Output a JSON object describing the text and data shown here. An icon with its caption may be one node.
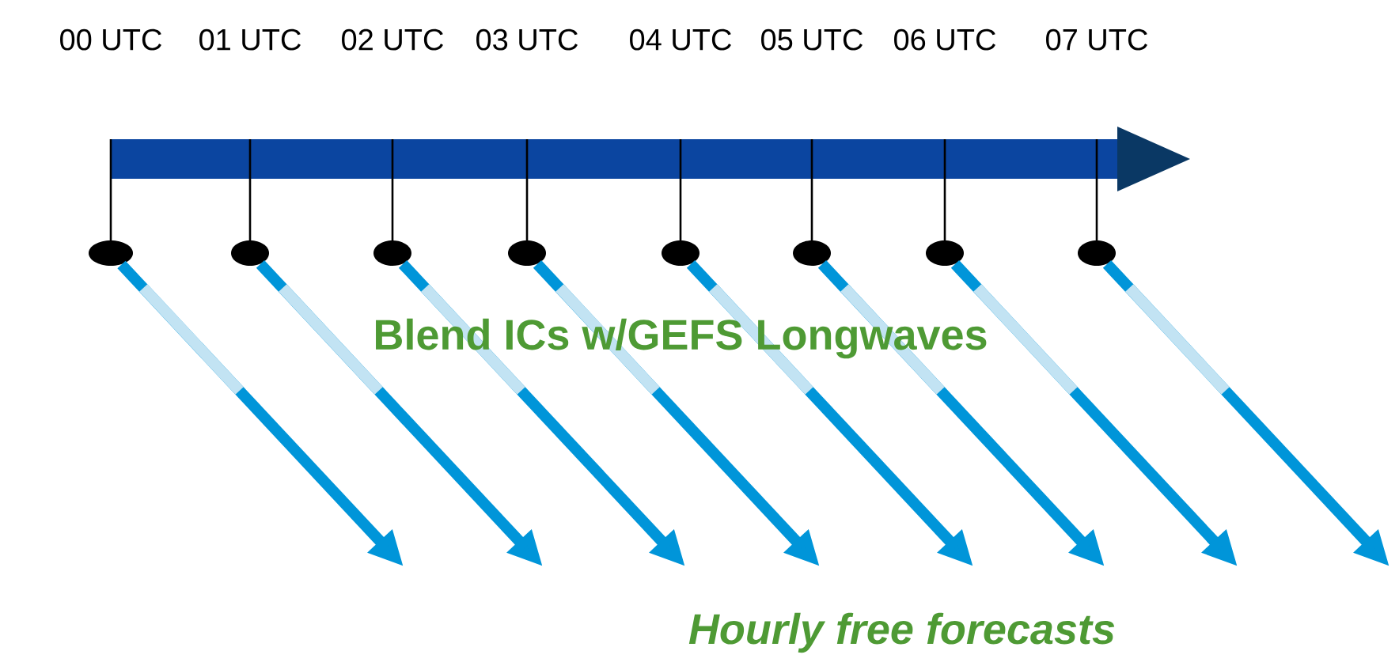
{
  "diagram": {
    "nodes": [
      {
        "text": [],
        "shape": "circle"
      },
      {
        "text": [],
        "shape": "circle"
      },
      {
        "text": [],
        "shape": "circle"
      },
      {
        "text": [],
        "shape": "circle"
      },
      {
        "text": [],
        "shape": "circle"
      },
      {
        "text": [],
        "shape": "circle"
      },
      {
        "text": [],
        "shape": "circle"
      },
      {
        "text": [],
        "shape": "circle"
      }
    ],
    "edges": [
      {
        "from": 0,
        "to": null,
        "arrow": "to"
      },
      {
        "from": 1,
        "to": null,
        "arrow": "to"
      },
      {
        "from": 2,
        "to": null,
        "arrow": "to"
      },
      {
        "from": 3,
        "to": null,
        "arrow": "to"
      },
      {
        "from": 4,
        "to": null,
        "arrow": "to"
      },
      {
        "from": 5,
        "to": null,
        "arrow": "to"
      },
      {
        "from": 6,
        "to": null,
        "arrow": "to"
      },
      {
        "from": 7,
        "to": null,
        "arrow": "to"
      }
    ],
    "labels": [
      "00 UTC",
      "01 UTC",
      "02 UTC",
      "03 UTC",
      "04 UTC",
      "05 UTC",
      "06 UTC",
      "07 UTC",
      "Blend ICs w/GEFS Longwaves",
      "Hourly free forecasts"
    ]
  }
}
